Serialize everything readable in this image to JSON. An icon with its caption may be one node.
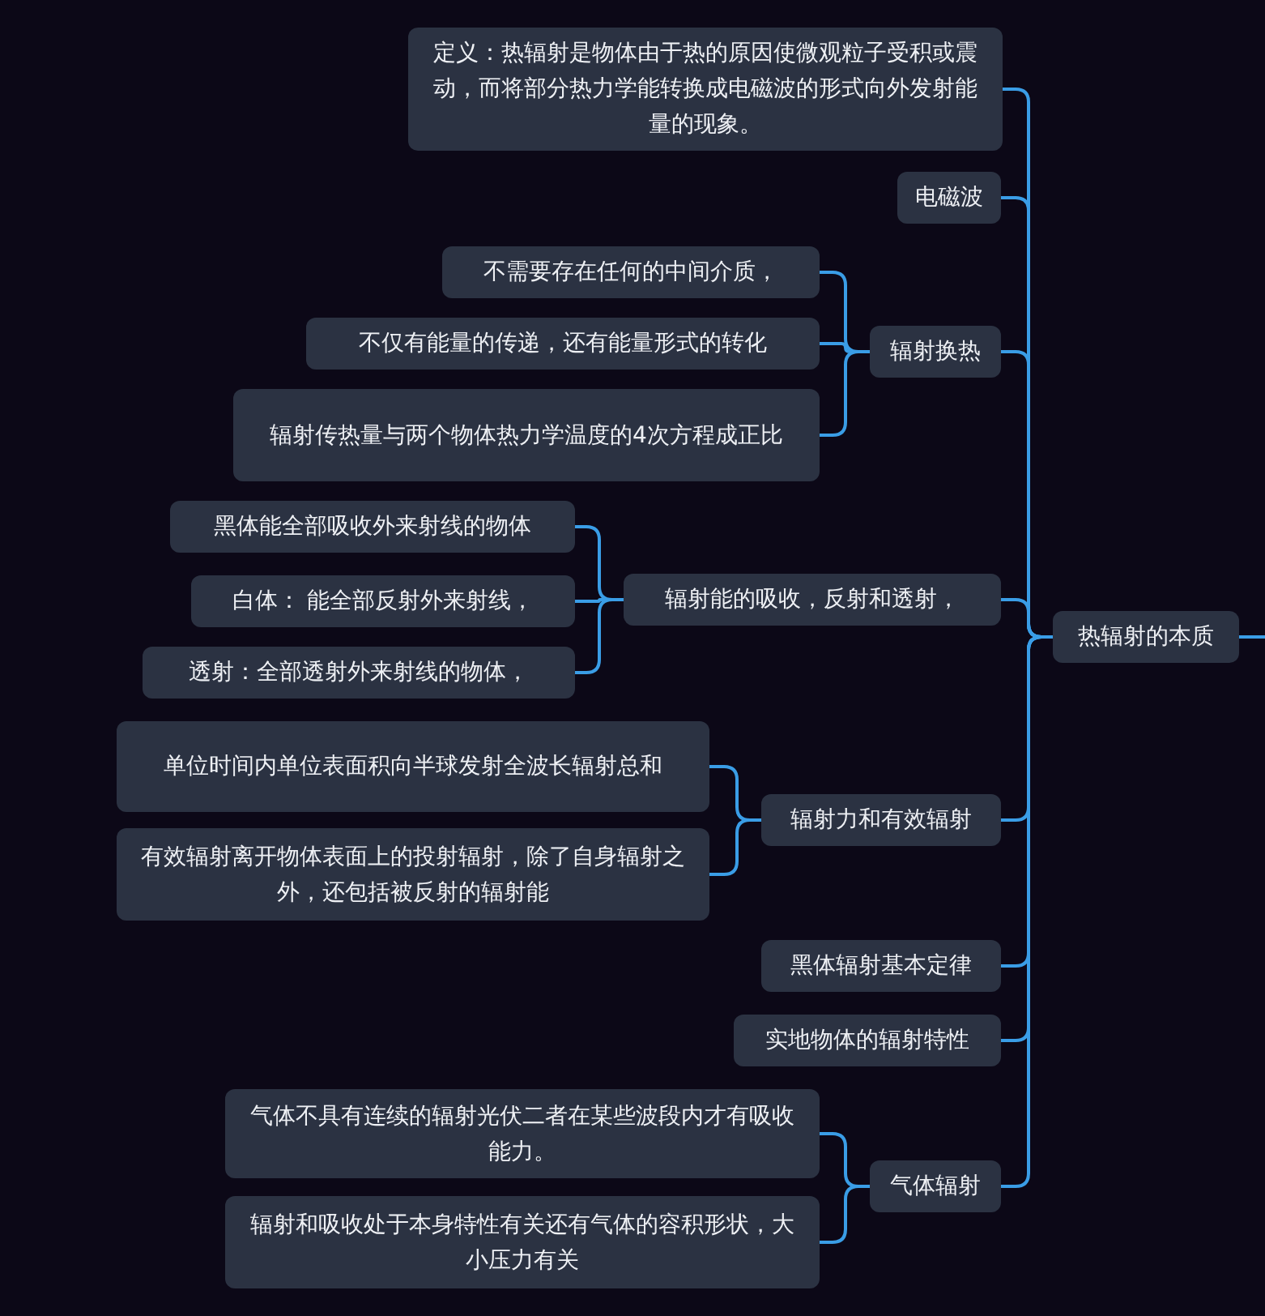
{
  "diagram": {
    "nodes": [
      {
        "text": [
          "定义：热辐射是物体由于热的原因使微观粒子受积或震动，而将部分热力学能转换成电磁波的形式向外发射能量的现象。"
        ]
      },
      {
        "text": [
          "电磁波"
        ]
      },
      {
        "text": [
          "不需要存在任何的中间介质，"
        ]
      },
      {
        "text": [
          "不仅有能量的传递，还有能量形式的转化"
        ]
      },
      {
        "text": [
          "辐射传热量与两个物体热力学温度的4次方程成正比"
        ]
      },
      {
        "text": [
          "辐射换热"
        ]
      },
      {
        "text": [
          "黑体能全部吸收外来射线的物体"
        ]
      },
      {
        "text": [
          "白体： 能全部反射外来射线，"
        ]
      },
      {
        "text": [
          "透射：全部透射外来射线的物体，"
        ]
      },
      {
        "text": [
          "辐射能的吸收，反射和透射，"
        ]
      },
      {
        "text": [
          "单位时间内单位表面积向半球发射全波长辐射总和"
        ]
      },
      {
        "text": [
          "有效辐射离开物体表面上的投射辐射，除了自身辐射之外，还包括被反射的辐射能"
        ]
      },
      {
        "text": [
          "辐射力和有效辐射"
        ]
      },
      {
        "text": [
          "黑体辐射基本定律"
        ]
      },
      {
        "text": [
          "实地物体的辐射特性"
        ]
      },
      {
        "text": [
          "气体不具有连续的辐射光伏二者在某些波段内才有吸收能力。"
        ]
      },
      {
        "text": [
          "辐射和吸收处于本身特性有关还有气体的容积形状，大小压力有关"
        ]
      },
      {
        "text": [
          "气体辐射"
        ]
      },
      {
        "text": [
          "热辐射的本质"
        ]
      }
    ],
    "edges": [
      {
        "from": 18,
        "to": 0,
        "arrow": "none"
      },
      {
        "from": 18,
        "to": 1,
        "arrow": "none"
      },
      {
        "from": 18,
        "to": 5,
        "arrow": "none"
      },
      {
        "from": 5,
        "to": 2,
        "arrow": "none"
      },
      {
        "from": 5,
        "to": 3,
        "arrow": "none"
      },
      {
        "from": 5,
        "to": 4,
        "arrow": "none"
      },
      {
        "from": 18,
        "to": 9,
        "arrow": "none"
      },
      {
        "from": 9,
        "to": 6,
        "arrow": "none"
      },
      {
        "from": 9,
        "to": 7,
        "arrow": "none"
      },
      {
        "from": 9,
        "to": 8,
        "arrow": "none"
      },
      {
        "from": 18,
        "to": 12,
        "arrow": "none"
      },
      {
        "from": 12,
        "to": 10,
        "arrow": "none"
      },
      {
        "from": 12,
        "to": 11,
        "arrow": "none"
      },
      {
        "from": 18,
        "to": 13,
        "arrow": "none"
      },
      {
        "from": 18,
        "to": 14,
        "arrow": "none"
      },
      {
        "from": 18,
        "to": 17,
        "arrow": "none"
      },
      {
        "from": 17,
        "to": 15,
        "arrow": "none"
      },
      {
        "from": 17,
        "to": 16,
        "arrow": "none"
      },
      {
        "from": 18,
        "to": null,
        "arrow": "none"
      }
    ]
  }
}
